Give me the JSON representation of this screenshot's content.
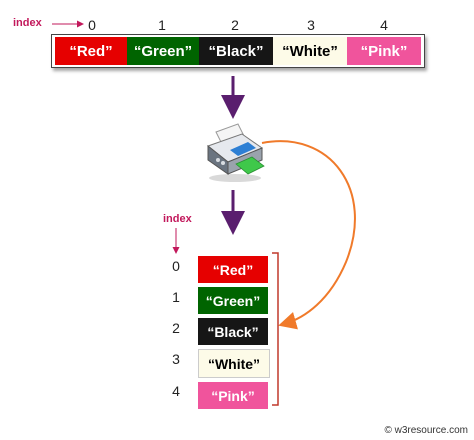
{
  "top_array": {
    "index_label": "index",
    "indices": [
      "0",
      "1",
      "2",
      "3",
      "4"
    ],
    "cells": [
      {
        "label": "“Red”",
        "bg": "#e60000",
        "fg": "#ffffff"
      },
      {
        "label": "“Green”",
        "bg": "#006400",
        "fg": "#ffffff"
      },
      {
        "label": "“Black”",
        "bg": "#161616",
        "fg": "#ffffff"
      },
      {
        "label": "“White”",
        "bg": "#fdfbe8",
        "fg": "#000000"
      },
      {
        "label": "“Pink”",
        "bg": "#f0549c",
        "fg": "#ffffff"
      }
    ]
  },
  "bottom_array": {
    "index_label": "index",
    "indices": [
      "0",
      "1",
      "2",
      "3",
      "4"
    ],
    "cells": [
      {
        "label": "“Red”",
        "bg": "#e60000",
        "fg": "#ffffff"
      },
      {
        "label": "“Green”",
        "bg": "#006400",
        "fg": "#ffffff"
      },
      {
        "label": "“Black”",
        "bg": "#161616",
        "fg": "#ffffff"
      },
      {
        "label": "“White”",
        "bg": "#fdfbe8",
        "fg": "#000000"
      },
      {
        "label": "“Pink”",
        "bg": "#f0549c",
        "fg": "#ffffff"
      }
    ]
  },
  "icons": {
    "printer": "printer-icon"
  },
  "colors": {
    "arrow": "#5a1e6e",
    "curve": "#f07a2a",
    "index_label": "#c2185b",
    "bracket": "#c0392b"
  },
  "footer": {
    "text": "© w3resource.com"
  }
}
